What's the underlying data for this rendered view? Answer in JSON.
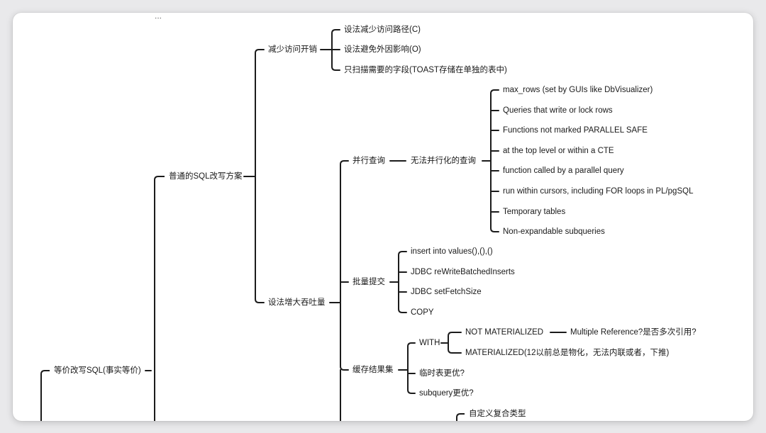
{
  "clipped_top_text": "...",
  "colors": {
    "line": "#1b1b1b",
    "text": "#1a1a1a",
    "card": "#ffffff",
    "backdrop": "#e9e9eb"
  },
  "nodes": {
    "root": "等价改写SQL(事实等价)",
    "plain": "普通的SQL改写方案",
    "reduce_access": "减少访问开销",
    "reduce_path": "设法减少访问路径(C)",
    "avoid_external": "设法避免外因影响(O)",
    "scan_needed": "只扫描需要的字段(TOAST存储在单独的表中)",
    "increase_throughput": "设法增大吞吐量",
    "parallel_query": "并行查询",
    "non_parallel": "无法并行化的查询",
    "np_max_rows": "max_rows (set by GUIs like DbVisualizer)",
    "np_write_lock": "Queries that write or lock rows",
    "np_not_safe": "Functions not marked PARALLEL SAFE",
    "np_top_cte": "at the top level or within a CTE",
    "np_func_called": "function called by a parallel query",
    "np_cursors": "run within cursors, including FOR loops in PL/pgSQL",
    "np_temp_tables": "Temporary tables",
    "np_nonexpand": "Non-expandable subqueries",
    "batch_submit": "批量提交",
    "bs_insert": "insert into values(),(),()",
    "bs_rewrite": "JDBC reWriteBatchedInserts",
    "bs_fetch": "JDBC setFetchSize",
    "bs_copy": "COPY",
    "cache_results": "缓存结果集",
    "with": "WITH",
    "not_materialized": "NOT MATERIALIZED",
    "multiple_ref": "Multiple Reference?是否多次引用?",
    "materialized": "MATERIALIZED(12以前总是物化，无法内联或者，下推)",
    "temp_table_better": "临时表更优?",
    "subquery_better": "subquery更优?",
    "custom_composite": "自定义复合类型"
  }
}
